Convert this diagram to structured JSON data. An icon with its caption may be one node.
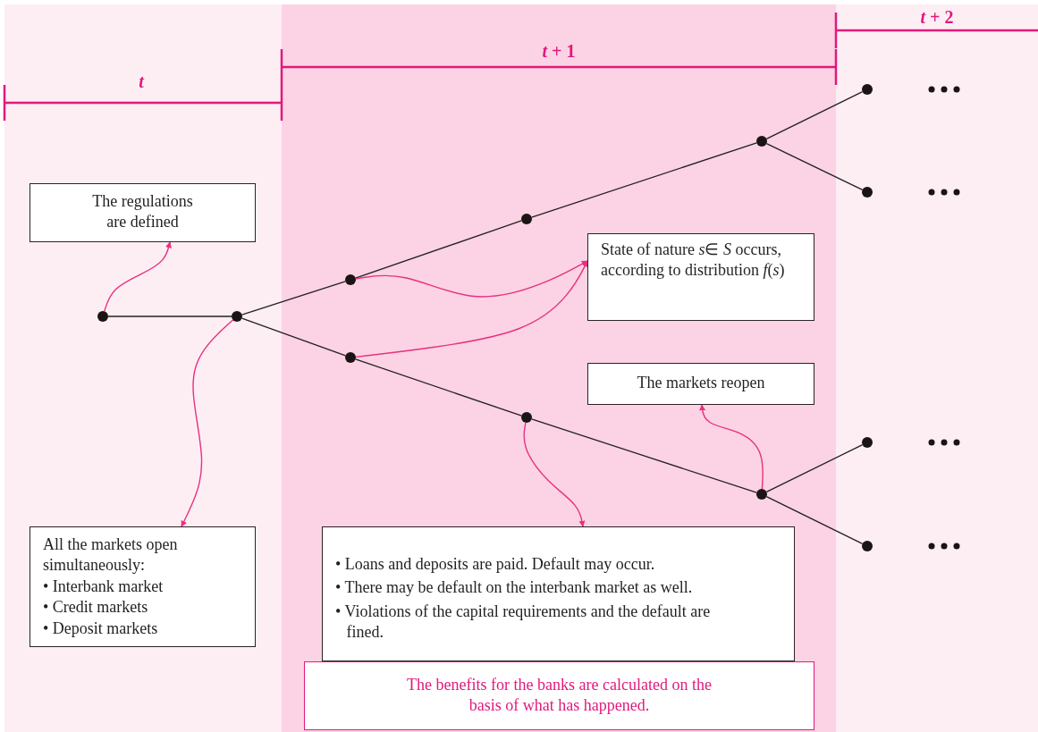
{
  "diagram": {
    "nodes": [
      {
        "text": [],
        "shape": "circle"
      },
      {
        "text": [],
        "shape": "circle"
      },
      {
        "text": [],
        "shape": "circle"
      },
      {
        "text": [],
        "shape": "circle"
      },
      {
        "text": [],
        "shape": "circle"
      },
      {
        "text": [],
        "shape": "circle"
      },
      {
        "text": [],
        "shape": "circle"
      },
      {
        "text": [],
        "shape": "circle"
      },
      {
        "text": [],
        "shape": "circle"
      },
      {
        "text": [],
        "shape": "circle"
      },
      {
        "text": [],
        "shape": "circle"
      },
      {
        "text": [],
        "shape": "circle"
      },
      {
        "text": [
          "The regulations are defined"
        ]
      },
      {
        "text": [
          "State of nature *s*∈ *S* occurs, according to distribution *f*(*s*)"
        ]
      },
      {
        "text": [
          "The markets reopen"
        ]
      },
      {
        "text": [
          "All the markets open simultaneously:",
          "• Interbank market",
          "• Credit markets",
          "• Deposit markets"
        ]
      },
      {
        "text": [
          "• Loans and deposits are paid.  Default may occur.",
          "• There may be default on the interbank market as well.",
          "• Violations of the capital requirements and the default are fined."
        ]
      },
      {
        "text": [
          "The benefits for the banks are calculated on the basis of what has happened."
        ]
      }
    ],
    "edges": [
      {
        "from": 0,
        "to": 1,
        "arrow": "none"
      },
      {
        "from": 1,
        "to": 2,
        "arrow": "none"
      },
      {
        "from": 1,
        "to": 3,
        "arrow": "none"
      },
      {
        "from": 2,
        "to": 4,
        "arrow": "none"
      },
      {
        "from": 3,
        "to": 5,
        "arrow": "none"
      },
      {
        "from": 4,
        "to": 6,
        "arrow": "none"
      },
      {
        "from": 5,
        "to": 7,
        "arrow": "none"
      },
      {
        "from": 6,
        "to": 8,
        "arrow": "none"
      },
      {
        "from": 6,
        "to": 9,
        "arrow": "none"
      },
      {
        "from": 7,
        "to": 10,
        "arrow": "none"
      },
      {
        "from": 7,
        "to": 11,
        "arrow": "none"
      },
      {
        "from": 0,
        "to": 12,
        "arrow": "to",
        "color": "#e8307f"
      },
      {
        "from": 1,
        "to": 15,
        "arrow": "to",
        "color": "#e8307f"
      },
      {
        "from": 2,
        "to": 13,
        "arrow": "to",
        "color": "#e8307f"
      },
      {
        "from": 3,
        "to": 13,
        "arrow": "to",
        "color": "#e8307f"
      },
      {
        "from": 5,
        "to": 16,
        "arrow": "to",
        "color": "#e8307f"
      },
      {
        "from": 7,
        "to": 14,
        "arrow": "to",
        "color": "#e8307f"
      }
    ],
    "labels": [
      "*t* + 2",
      "*t* + 1",
      "*t*"
    ]
  }
}
